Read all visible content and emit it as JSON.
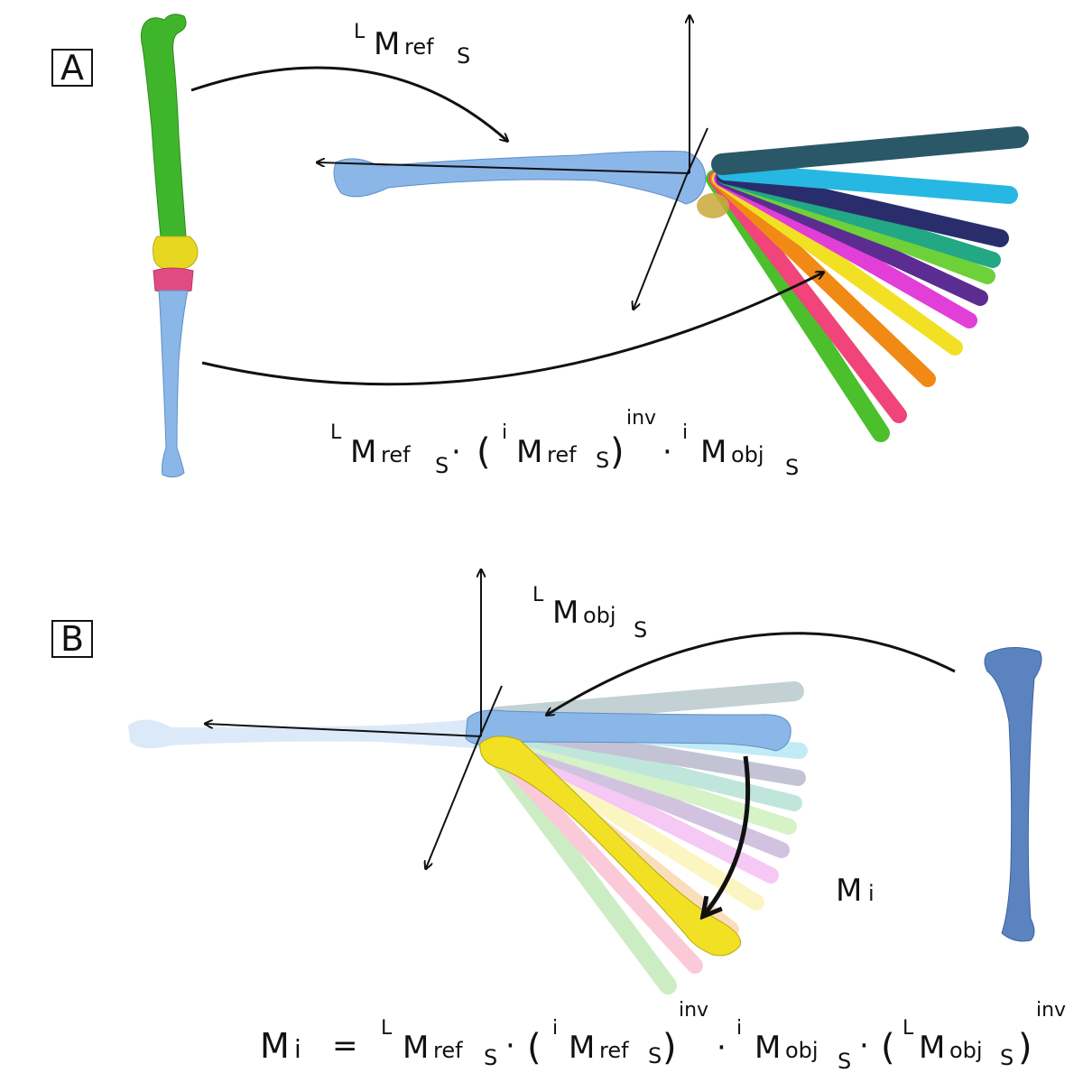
{
  "panel_a": {
    "letter": "A",
    "top_label": {
      "sup": "L",
      "main": "M",
      "sub": "ref",
      "subsub": "S"
    },
    "formula": {
      "t1_sup": "L",
      "t1_main": "M",
      "t1_sub": "ref",
      "t1_subsub": "S",
      "dot1": "·",
      "t2_open": "(",
      "t2_sup": "i",
      "t2_main": "M",
      "t2_sub": "ref",
      "t2_subsub": "S",
      "t2_close": ")",
      "t2_exp": "inv",
      "dot2": "·",
      "t3_sup": "i",
      "t3_main": "M",
      "t3_sub": "obj",
      "t3_subsub": "S"
    }
  },
  "panel_b": {
    "letter": "B",
    "top_label": {
      "sup": "L",
      "main": "M",
      "sub": "obj",
      "subsub": "S"
    },
    "mi_label": {
      "main": "M",
      "sub": "i"
    },
    "formula": {
      "lhs_main": "M",
      "lhs_sub": "i",
      "eq": "=",
      "t1_sup": "L",
      "t1_main": "M",
      "t1_sub": "ref",
      "t1_subsub": "S",
      "dot1": "·",
      "t2_open": "(",
      "t2_sup": "i",
      "t2_main": "M",
      "t2_sub": "ref",
      "t2_subsub": "S",
      "t2_close": ")",
      "t2_exp": "inv",
      "dot2": "·",
      "t3_sup": "i",
      "t3_main": "M",
      "t3_sub": "obj",
      "t3_subsub": "S",
      "dot3": "·",
      "t4_open": "(",
      "t4_sup": "L",
      "t4_main": "M",
      "t4_sub": "obj",
      "t4_subsub": "S",
      "t4_close": ")",
      "t4_exp": "inv"
    }
  },
  "colors": {
    "femur_green": "#3fb52b",
    "patella_yellow": "#e6d820",
    "meniscus_pink": "#e04c82",
    "tibia_light_blue": "#8bb6e8",
    "fibula_blue": "#5a83c0",
    "fan": [
      "#2a5868",
      "#26b8e2",
      "#2a2d6c",
      "#22a884",
      "#6fd13a",
      "#5c2d91",
      "#e23ed8",
      "#f2e024",
      "#f08a14",
      "#f0447a",
      "#4cbf2c"
    ]
  }
}
